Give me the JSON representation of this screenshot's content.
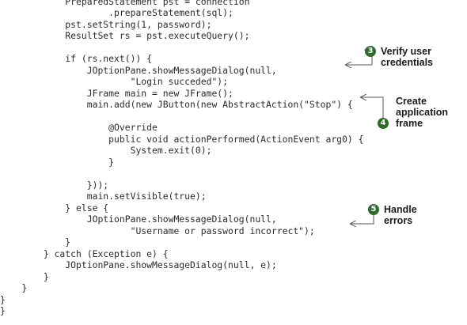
{
  "code_lines": [
    "            PreparedStatement pst = connection",
    "                    .prepareStatement(sql);",
    "            pst.setString(1, password);",
    "            ResultSet rs = pst.executeQuery();",
    "",
    "            if (rs.next()) {",
    "                JOptionPane.showMessageDialog(null,",
    "                        \"Login succeded\");",
    "                JFrame main = new JFrame();",
    "                main.add(new JButton(new AbstractAction(\"Stop\") {",
    "",
    "                    @Override",
    "                    public void actionPerformed(ActionEvent arg0) {",
    "                        System.exit(0);",
    "                    }",
    "",
    "                }));",
    "                main.setVisible(true);",
    "            } else {",
    "                JOptionPane.showMessageDialog(null,",
    "                        \"Username or password incorrect\");",
    "            }",
    "        } catch (Exception e) {",
    "            JOptionPane.showMessageDialog(null, e);",
    "        }",
    "    }",
    "}",
    "}"
  ],
  "annotations": {
    "verify": {
      "number": "3",
      "lines": [
        "Verify user",
        "credentials"
      ]
    },
    "frame": {
      "number": "4",
      "lines": [
        "Create",
        "application",
        "frame"
      ]
    },
    "errors": {
      "number": "5",
      "lines": [
        "Handle",
        "errors"
      ]
    }
  },
  "colors": {
    "badge": "#2f6b2a",
    "code_text": "#2b2b2b",
    "leader_line": "#555555"
  }
}
